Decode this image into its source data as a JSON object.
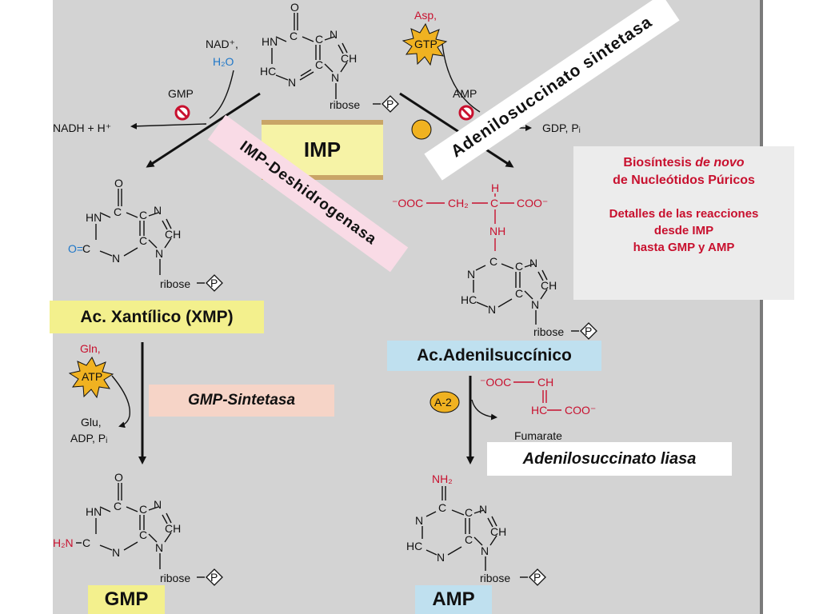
{
  "colors": {
    "panel": "#d3d3d3",
    "purine_yellow": "#f3f08d",
    "adenyl_blue": "#bfe0ef",
    "enzyme_pink": "#f9dbe6",
    "gmp_sint_salmon": "#f6d4c7",
    "info_red": "#c8102e"
  },
  "compounds": {
    "imp": "IMP",
    "xmp": "Ac. Xantílico (XMP)",
    "gmp": "GMP",
    "adenylsuccinate": "Ac.Adenilsuccínico",
    "amp": "AMP"
  },
  "enzymes": {
    "imp_dehydrogenase": "IMP-Deshidrogenasa",
    "adenylosuccinate_synthetase": "Adenilosuccinato sintetasa",
    "gmp_synthetase": "GMP-Sintetasa",
    "adenylosuccinate_lyase": "Adenilosuccinato liasa"
  },
  "info": {
    "line1a": "Biosíntesis ",
    "line1b": "de novo",
    "line2": "de Nucleótidos Púricos",
    "line3": "Detalles de las reacciones",
    "line4": "desde IMP",
    "line5": "hasta GMP y AMP"
  },
  "reagents": {
    "nad": "NAD⁺,",
    "h2o": "H₂O",
    "nadh": "NADH + H⁺",
    "gmp_inhib": "GMP",
    "asp": "Asp,",
    "gtp": "GTP",
    "amp_inhib": "AMP",
    "gdp": "GDP, Pᵢ",
    "gln": "Gln,",
    "atp": "ATP",
    "glu": "Glu,",
    "adp": "ADP, Pᵢ",
    "a2": "A-2",
    "fumarate": "Fumarate"
  },
  "chem": {
    "O": "O",
    "C": "C",
    "N": "N",
    "HN": "HN",
    "CH": "CH",
    "HC": "HC",
    "H": "H",
    "NH": "NH",
    "ribose": "ribose",
    "P": "P",
    "O_eq": "O=",
    "h2n": "H₂N",
    "nh2": "NH₂",
    "ooc": "⁻OOC",
    "coo": "COO⁻",
    "ch2": "CH₂",
    "ooc_f": "⁻OOC",
    "ch_f": "CH",
    "hc_f": "HC",
    "coo_f": "COO⁻"
  }
}
